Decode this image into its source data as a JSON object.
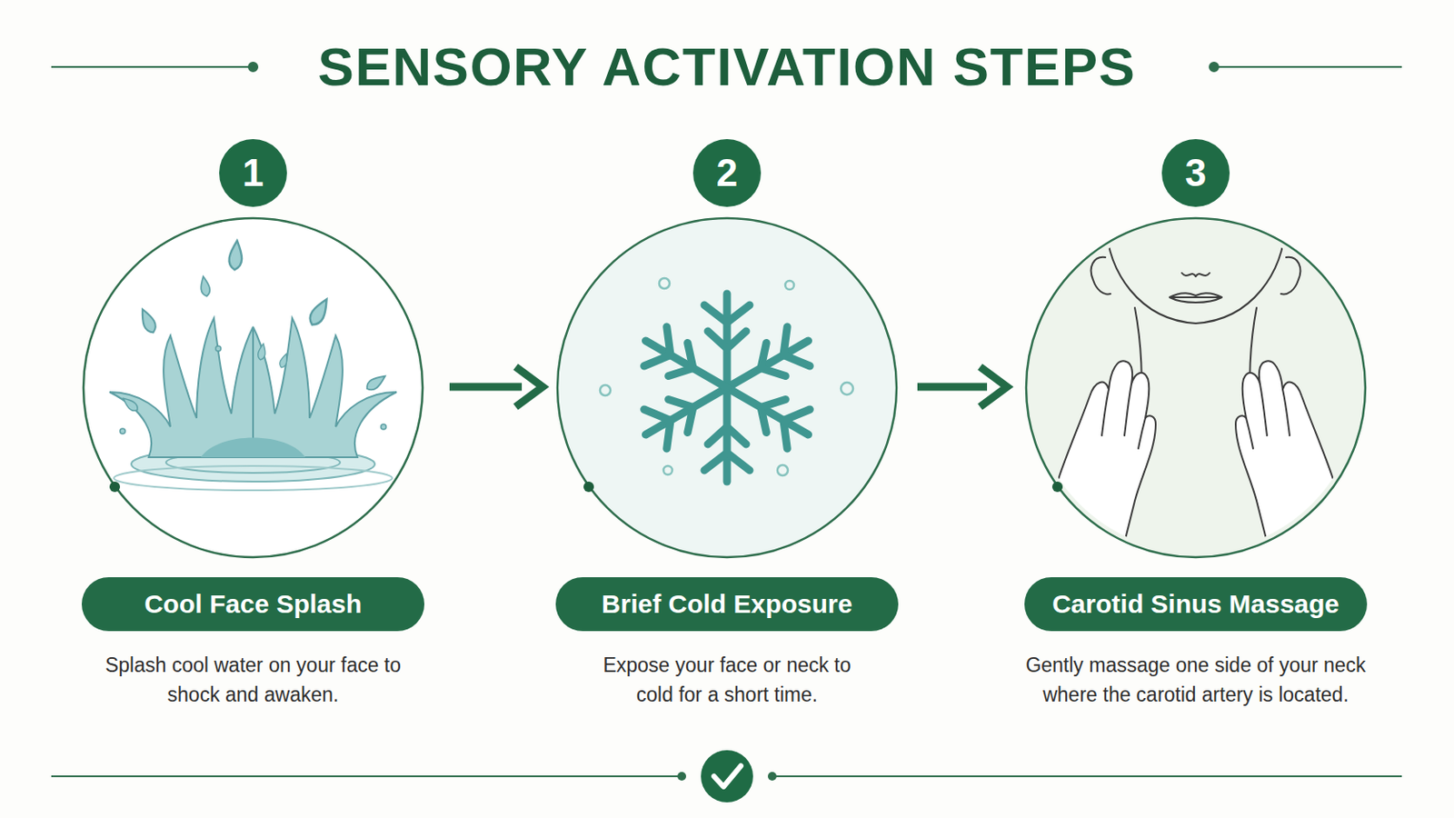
{
  "diagram": {
    "title": "SENSORY ACTIVATION STEPS",
    "nodes": [
      {
        "text": [
          "1"
        ]
      },
      {
        "text": [
          "Cool Face Splash"
        ]
      },
      {
        "text": [
          "2"
        ]
      },
      {
        "text": [
          "Brief Cold Exposure"
        ]
      },
      {
        "text": [
          "3"
        ]
      },
      {
        "text": [
          "Carotid Sinus Massage"
        ]
      }
    ],
    "labels": [
      "Splash cool water on your face to shock and awaken.",
      "Expose your face or neck to cold for a short time.",
      "Gently massage one side of your neck where the carotid artery is located."
    ]
  }
}
